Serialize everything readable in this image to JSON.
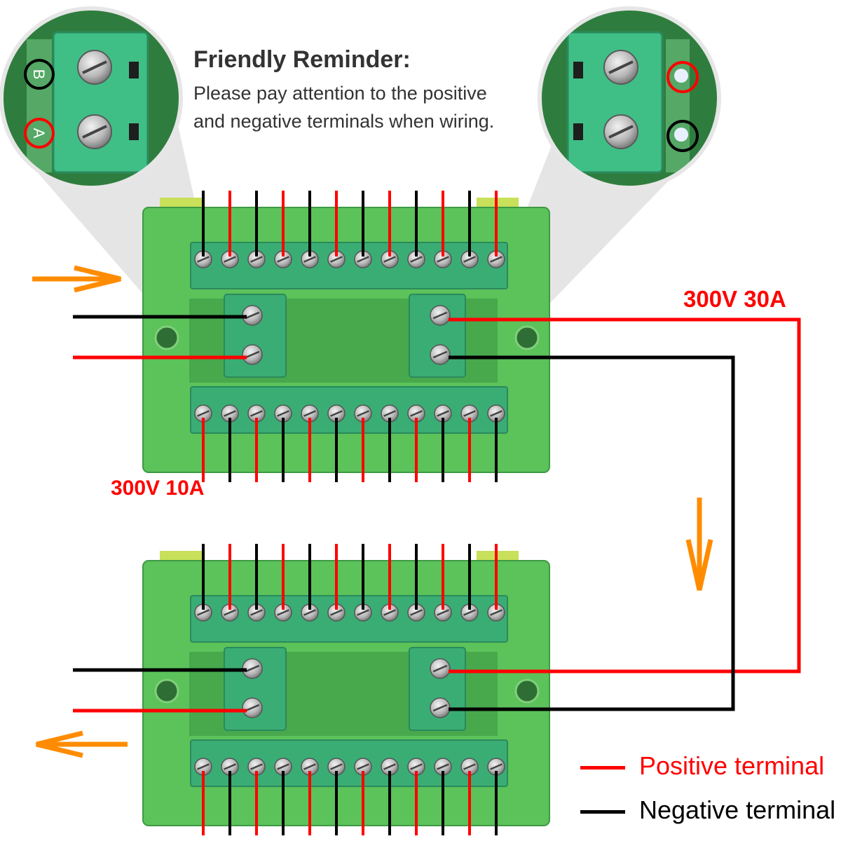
{
  "reminder": {
    "title": "Friendly Reminder:",
    "line1": "Please pay attention to the positive",
    "line2": "and negative terminals when wiring."
  },
  "ratings": {
    "main": "300V 30A",
    "branch": "300V 10A"
  },
  "legend": {
    "positive": "Positive terminal",
    "negative": "Negative terminal"
  },
  "zoom_labels": {
    "left_top": "B",
    "left_bottom": "A"
  },
  "colors": {
    "positive": "#ff0000",
    "negative": "#000000",
    "board": "#5cc25a",
    "terminal": "#3aad74",
    "arrow": "#ff8c00"
  },
  "icons": [
    "arrow-right-icon",
    "arrow-down-icon",
    "arrow-left-icon",
    "screw-icon"
  ]
}
